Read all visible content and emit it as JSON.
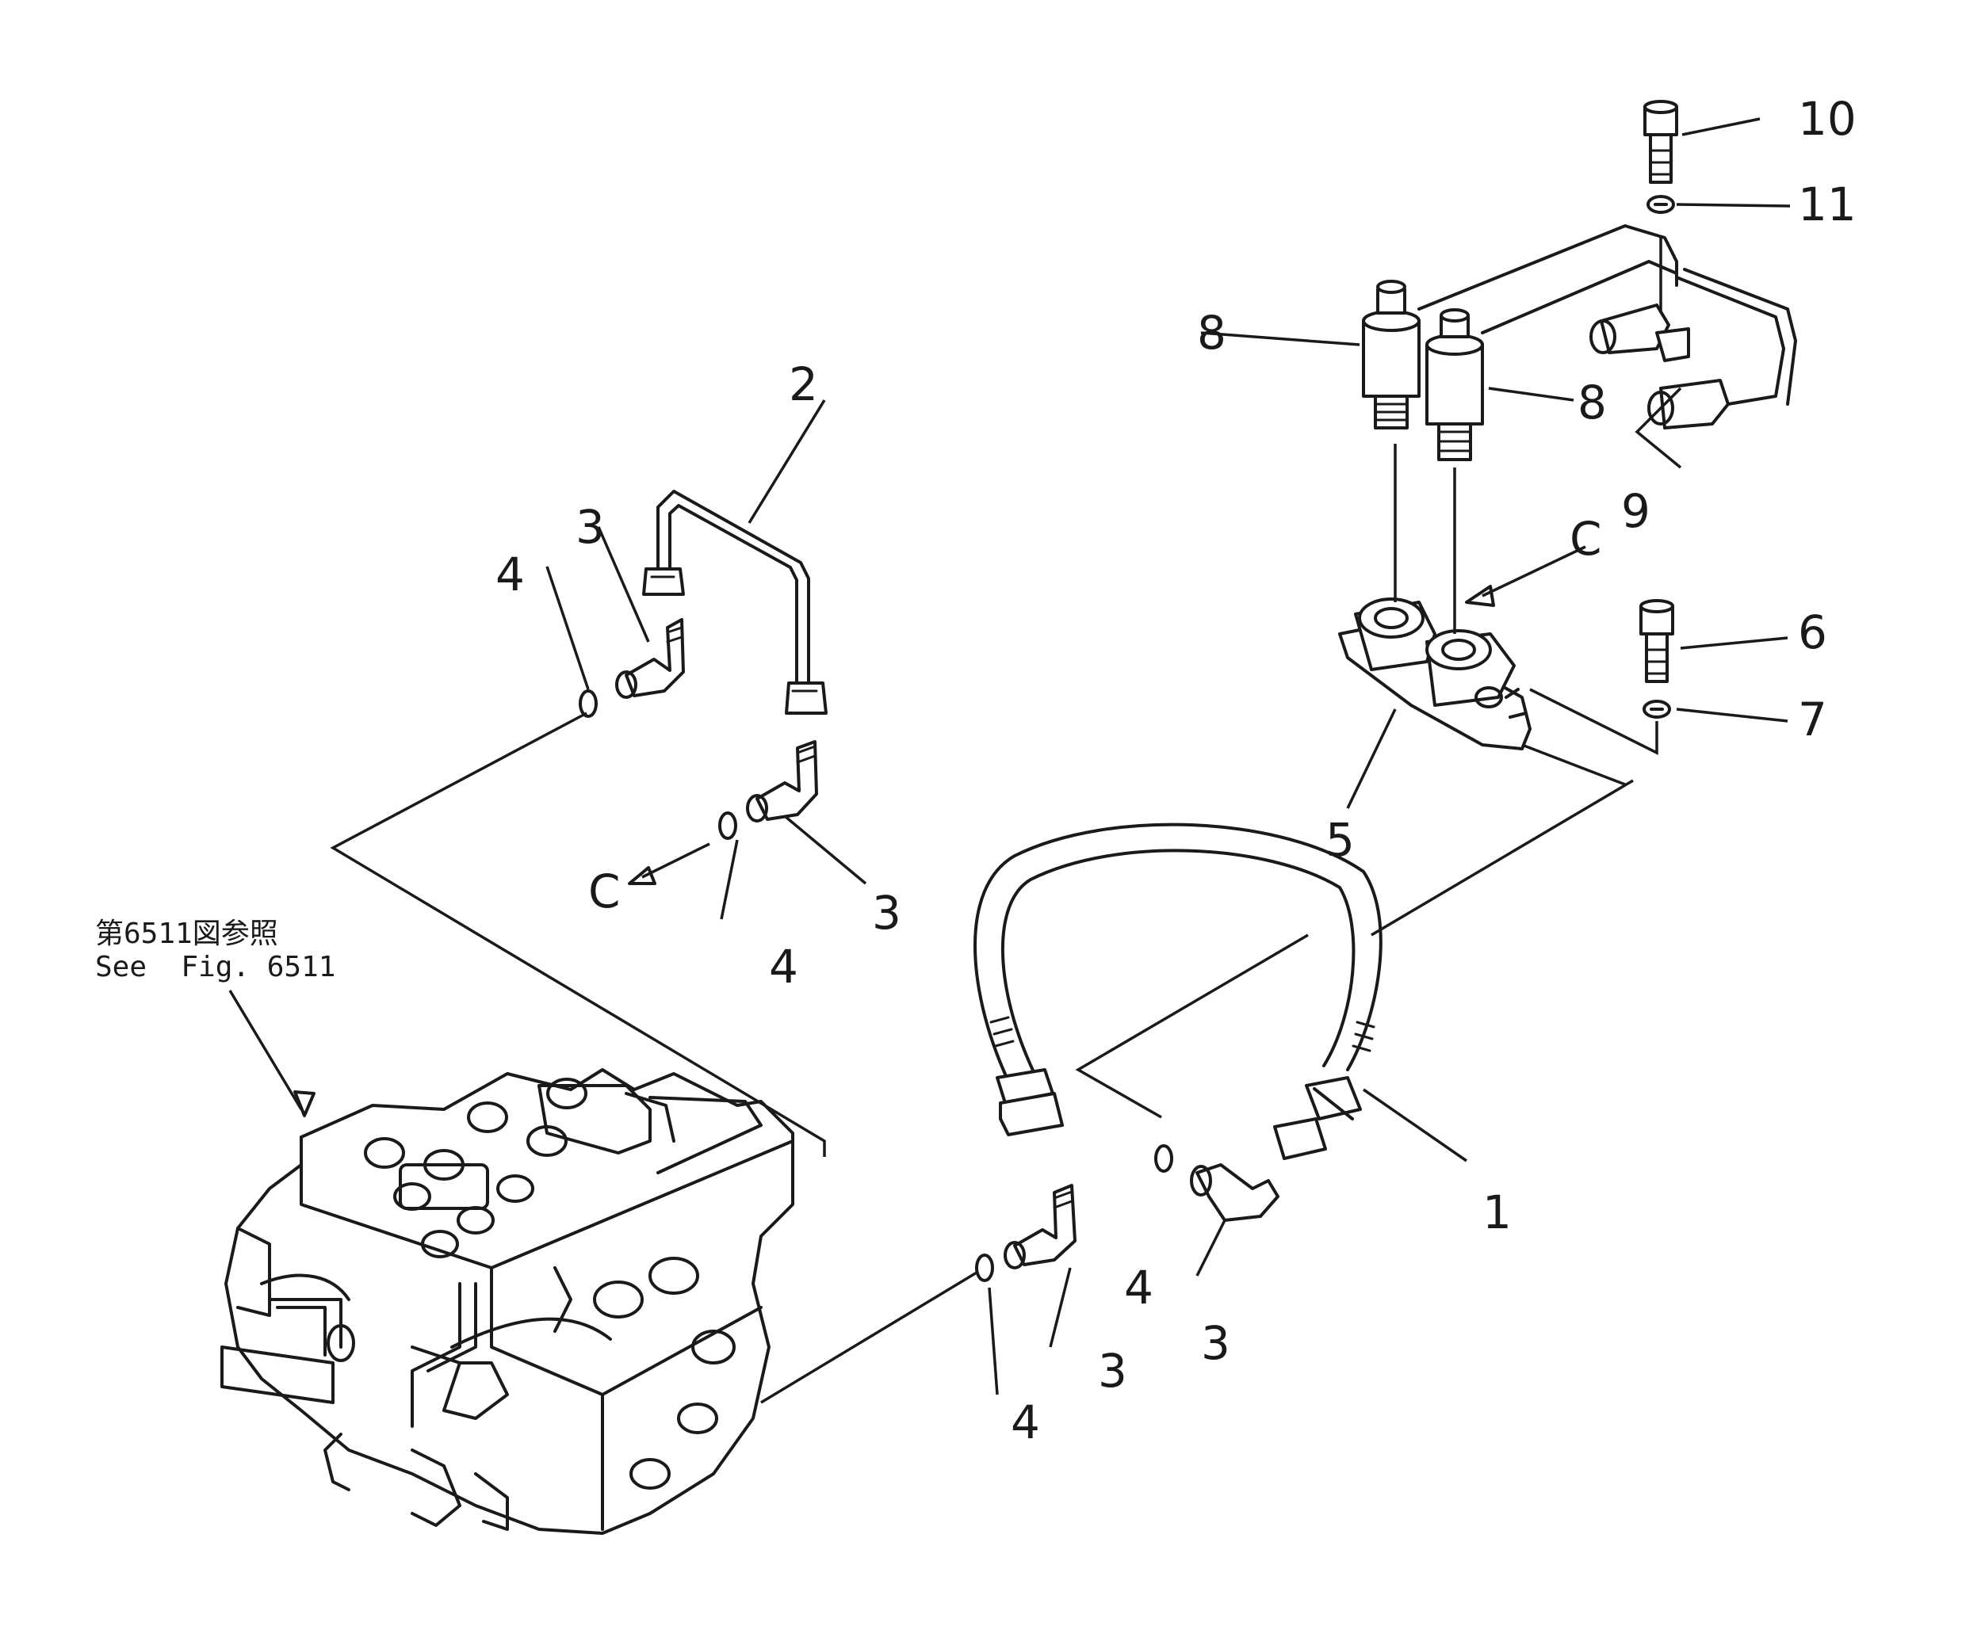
{
  "reference_note": {
    "line1": "第6511図参照",
    "line2": "See  Fig. 6511"
  },
  "callouts": {
    "c1": "1",
    "c2": "2",
    "c3a": "3",
    "c3b": "3",
    "c3c": "3",
    "c3d": "3",
    "c4a": "4",
    "c4b": "4",
    "c4c": "4",
    "c4d": "4",
    "c5": "5",
    "c6": "6",
    "c7": "7",
    "c8a": "8",
    "c8b": "8",
    "c9": "9",
    "c10": "10",
    "c11": "11",
    "view_c_left": "C",
    "view_c_right": "C"
  }
}
